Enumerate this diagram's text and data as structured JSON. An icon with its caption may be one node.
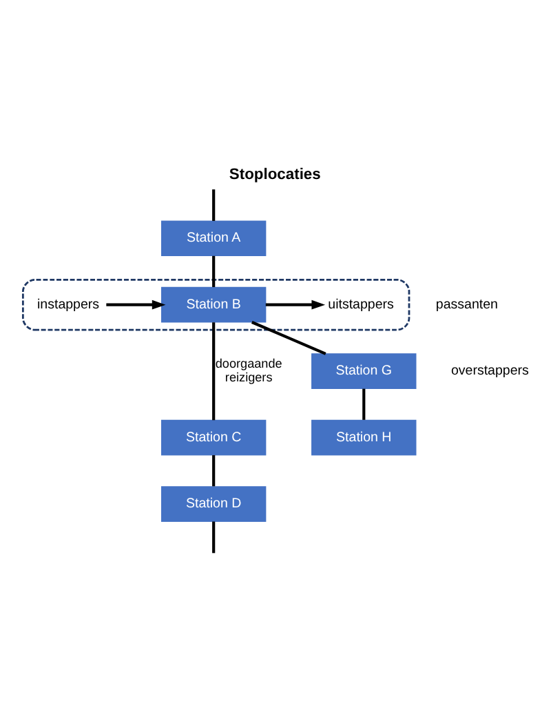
{
  "diagram": {
    "title": "Stoplocaties",
    "nodes": [
      {
        "text": [
          "Station A"
        ]
      },
      {
        "text": [],
        "shape": "box"
      },
      {
        "text": [
          "instappers"
        ],
        "in": 1
      },
      {
        "text": [
          "Station B"
        ],
        "in": 1
      },
      {
        "text": [
          "uitstappers"
        ],
        "in": 1
      },
      {
        "text": [
          "Station C"
        ]
      },
      {
        "text": [
          "Station G"
        ]
      },
      {
        "text": [
          "Station D"
        ]
      },
      {
        "text": [
          "Station H"
        ]
      }
    ],
    "edges": [
      {
        "from": null,
        "to": 0,
        "arrow": "none"
      },
      {
        "from": 0,
        "to": 3,
        "arrow": "none"
      },
      {
        "from": 2,
        "to": 3,
        "arrow": "to"
      },
      {
        "from": 3,
        "to": 4,
        "arrow": "to"
      },
      {
        "from": 3,
        "to": 5,
        "label": "doorgaande reizigers",
        "arrow": "none"
      },
      {
        "from": 3,
        "to": 6,
        "arrow": "none"
      },
      {
        "from": 5,
        "to": 7,
        "arrow": "none"
      },
      {
        "from": 6,
        "to": 8,
        "arrow": "none"
      },
      {
        "from": 7,
        "to": null,
        "arrow": "none"
      }
    ],
    "labels": [
      "passanten",
      "overstappers"
    ]
  }
}
